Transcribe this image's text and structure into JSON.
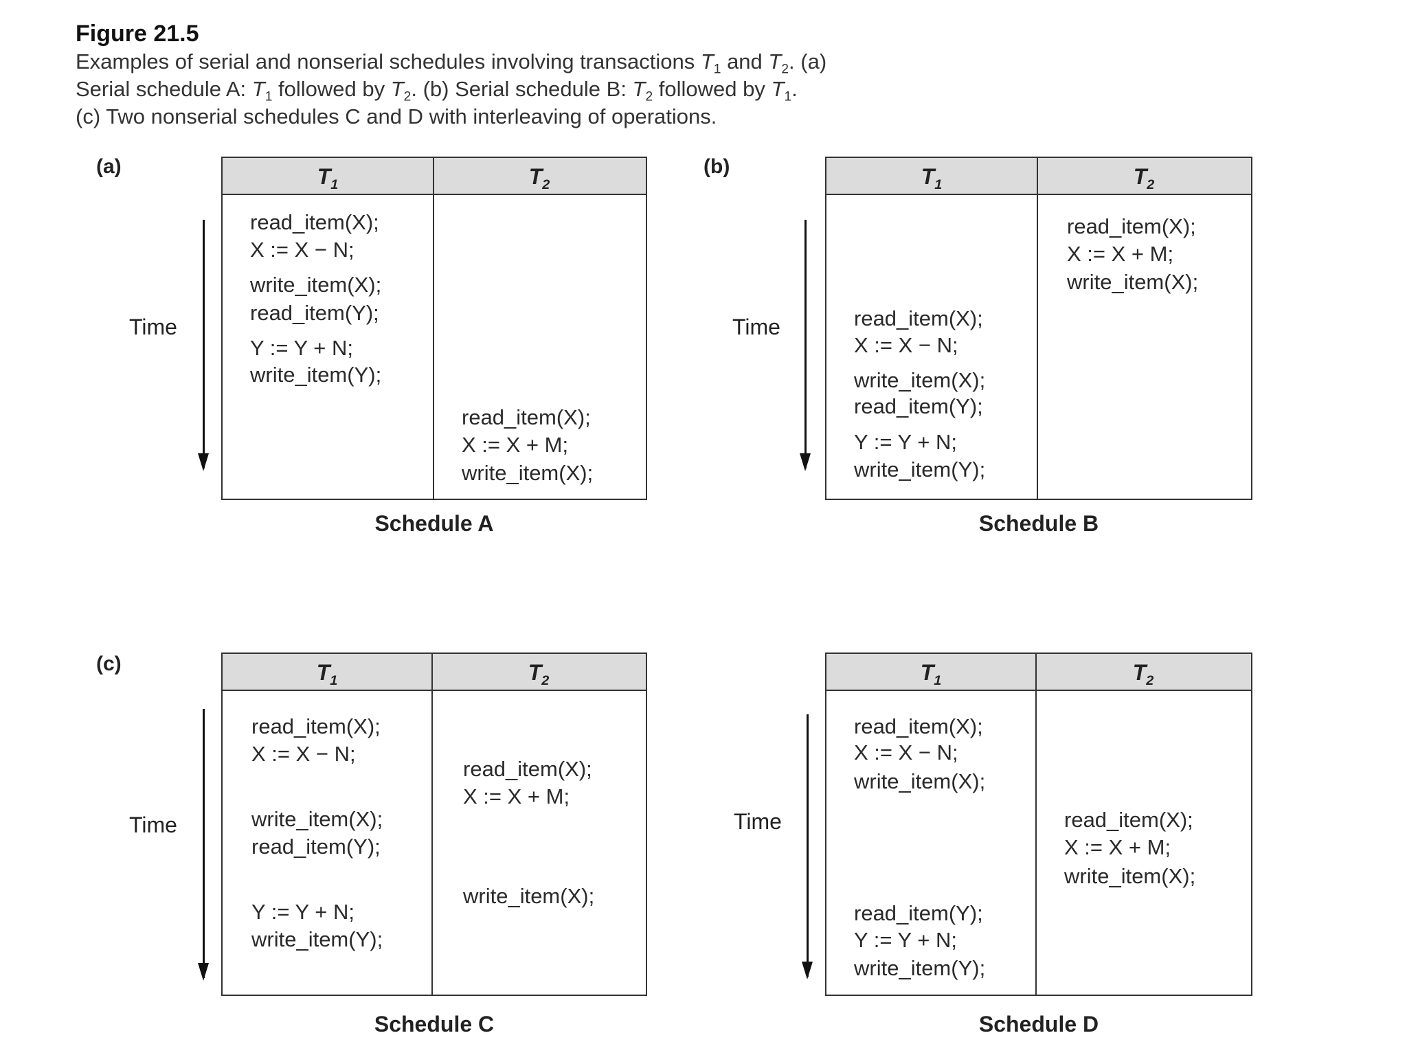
{
  "figure": {
    "title": "Figure 21.5",
    "caption": {
      "line1": {
        "a": "Examples of serial and nonserial schedules involving transactions ",
        "t1": "T",
        "t1sub": "1",
        "b": " and ",
        "t2": "T",
        "t2sub": "2",
        "c": ". (a)"
      },
      "line2": {
        "a": "Serial schedule A: ",
        "t1": "T",
        "t1sub": "1",
        "b": " followed by ",
        "t2": "T",
        "t2sub": "2",
        "c": ". (b) Serial schedule B: ",
        "t3": "T",
        "t3sub": "2",
        "d": " followed by ",
        "t4": "T",
        "t4sub": "1",
        "e": "."
      },
      "line3": "(c) Two nonserial schedules C and D with interleaving of operations."
    }
  },
  "panels": {
    "a": "(a)",
    "b": "(b)",
    "c": "(c)"
  },
  "time_label": "Time",
  "column_headers": {
    "t": "T",
    "t1_sub": "1",
    "t2_sub": "2"
  },
  "ops": {
    "read_x": "read_item(X);",
    "write_x": "write_item(X);",
    "read_y": "read_item(Y);",
    "write_y": "write_item(Y);",
    "x_minus_n": "X := X − N;",
    "x_plus_m": "X := X + M;",
    "y_plus_n": "Y := Y + N;"
  },
  "schedules": {
    "A": "Schedule A",
    "B": "Schedule B",
    "C": "Schedule C",
    "D": "Schedule D"
  }
}
